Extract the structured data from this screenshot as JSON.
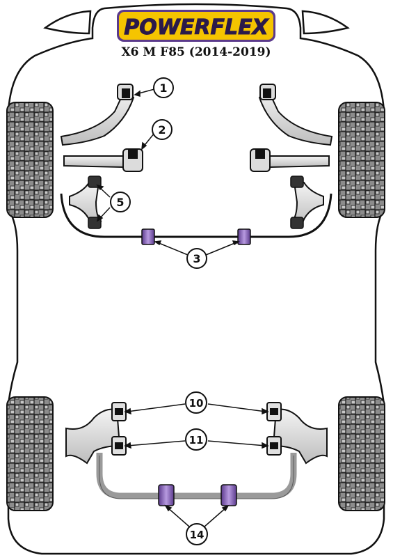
{
  "brand": {
    "logo_text": "POWERFLEX"
  },
  "vehicle": {
    "model_title": "X6 M F85 (2014-2019)"
  },
  "callouts": {
    "c1": "1",
    "c2": "2",
    "c3": "3",
    "c5": "5",
    "c10": "10",
    "c11": "11",
    "c14": "14"
  },
  "colors": {
    "logo_yellow": "#f5c400",
    "logo_purple": "#5b3a8c",
    "bush_purple": "#8e6cc0",
    "outline": "#111111",
    "arm_fill": "#e6e6e6",
    "tyre_fill": "#9a9a9a"
  }
}
